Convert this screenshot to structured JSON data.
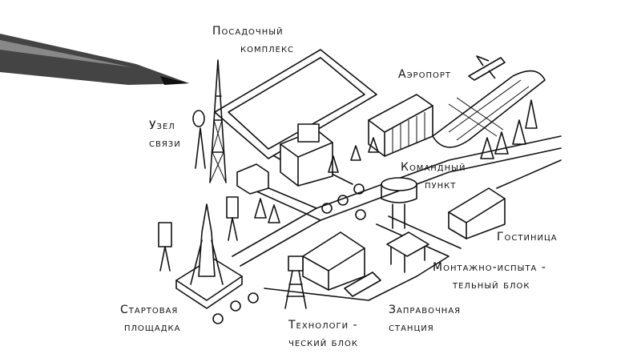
{
  "title": "Схема космодрома",
  "labels": {
    "landing_complex": [
      "Посадочный",
      "комплекс"
    ],
    "airport": "Аэропорт",
    "comms_node": [
      "Узел",
      "связи"
    ],
    "command_post": [
      "Командный",
      "пункт"
    ],
    "hotel": "Гостиница",
    "assembly_test": [
      "Монтажно-испыта -",
      "тельный блок"
    ],
    "launch_pad": [
      "Стартовая",
      "площадка"
    ],
    "technological": [
      "Технологи -",
      "ческий блок"
    ],
    "fuel_station": [
      "Заправочная",
      "станция"
    ]
  }
}
